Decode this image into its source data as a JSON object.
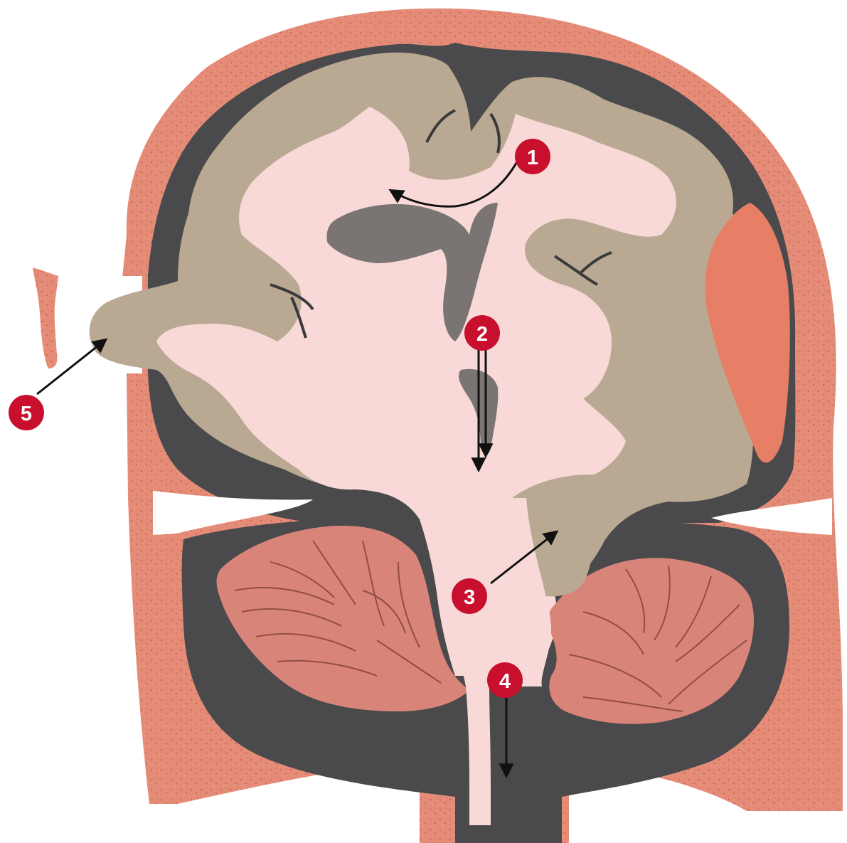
{
  "diagram": {
    "markers": [
      {
        "id": "1",
        "label": "1"
      },
      {
        "id": "2",
        "label": "2"
      },
      {
        "id": "3",
        "label": "3"
      },
      {
        "id": "4",
        "label": "4"
      },
      {
        "id": "5",
        "label": "5"
      }
    ],
    "colors": {
      "scalp": "#e58c78",
      "scalp_speckle": "#d66f5c",
      "csf_space": "#4a4a4c",
      "gray_matter": "#b9a993",
      "white_matter": "#f8d9d7",
      "ventricle": "#7a7473",
      "cerebellum": "#d98479",
      "cerebellum_lines": "#7a3b34",
      "hematoma": "#e67f66",
      "marker_fill": "#c8102e",
      "marker_text": "#ffffff",
      "arrow": "#111111"
    }
  }
}
